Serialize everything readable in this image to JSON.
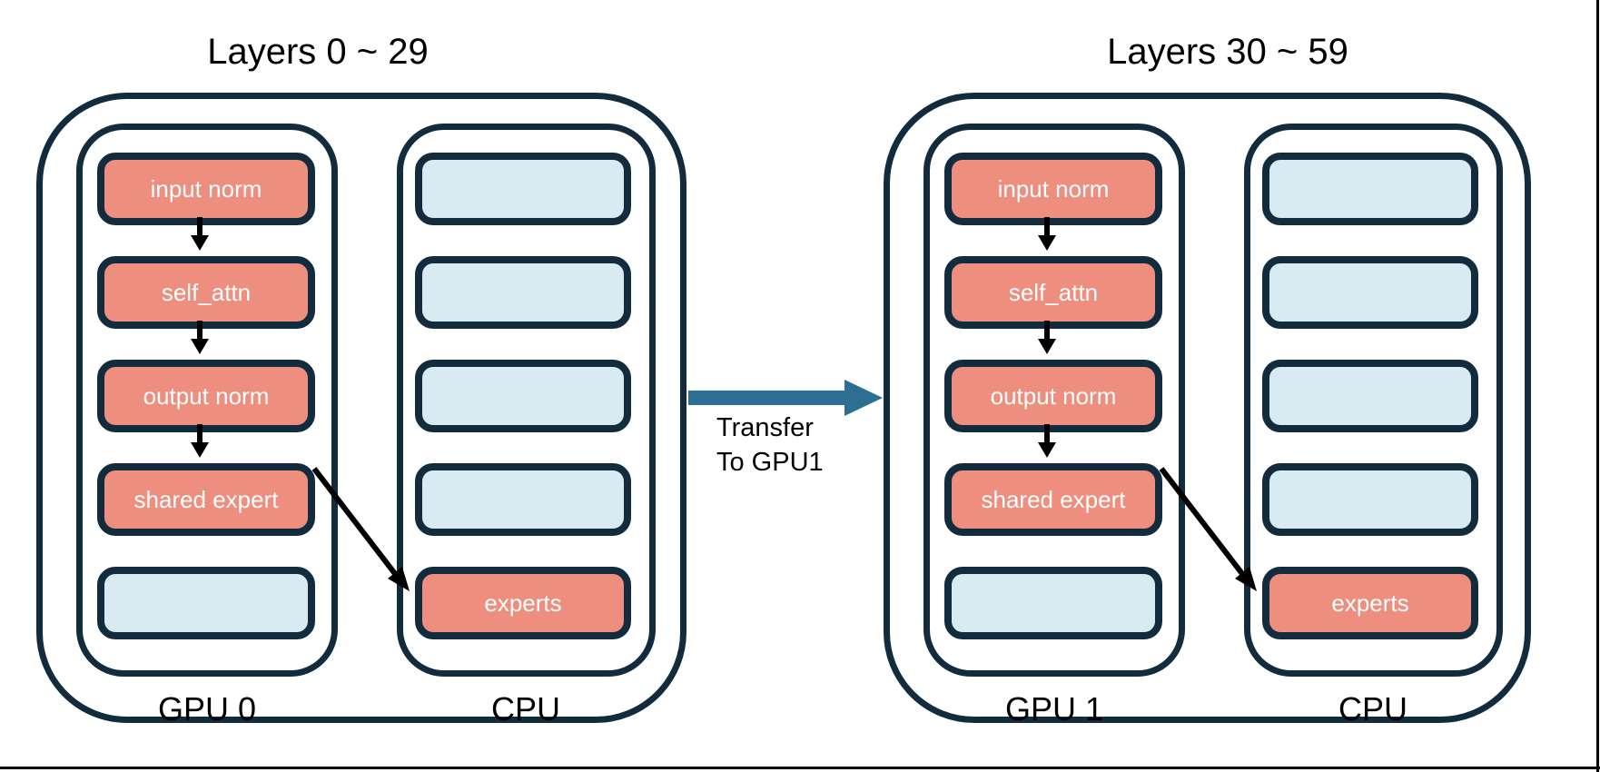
{
  "colors": {
    "navy": "#122C3D",
    "salmon": "#ED8E7F",
    "light_blue": "#D8EAF2",
    "teal_arrow": "#2C6F92",
    "arrow_black": "#000000",
    "text_light": "#FFFFFF",
    "text_dark": "#000000",
    "frame_black": "#000000",
    "background": "#FFFFFF"
  },
  "transfer": {
    "line1": "Transfer",
    "line2": "To GPU1"
  },
  "groups": [
    {
      "title": "Layers 0 ~ 29",
      "gpu": {
        "label": "GPU 0",
        "boxes": [
          {
            "label": "input norm",
            "variant": "salmon"
          },
          {
            "label": "self_attn",
            "variant": "salmon"
          },
          {
            "label": "output norm",
            "variant": "salmon"
          },
          {
            "label": "shared expert",
            "variant": "salmon"
          },
          {
            "label": "",
            "variant": "blue"
          }
        ]
      },
      "cpu": {
        "label": "CPU",
        "boxes": [
          {
            "label": "",
            "variant": "blue"
          },
          {
            "label": "",
            "variant": "blue"
          },
          {
            "label": "",
            "variant": "blue"
          },
          {
            "label": "",
            "variant": "blue"
          },
          {
            "label": "experts",
            "variant": "salmon"
          }
        ]
      }
    },
    {
      "title": "Layers 30 ~ 59",
      "gpu": {
        "label": "GPU 1",
        "boxes": [
          {
            "label": "input norm",
            "variant": "salmon"
          },
          {
            "label": "self_attn",
            "variant": "salmon"
          },
          {
            "label": "output norm",
            "variant": "salmon"
          },
          {
            "label": "shared expert",
            "variant": "salmon"
          },
          {
            "label": "",
            "variant": "blue"
          }
        ]
      },
      "cpu": {
        "label": "CPU",
        "boxes": [
          {
            "label": "",
            "variant": "blue"
          },
          {
            "label": "",
            "variant": "blue"
          },
          {
            "label": "",
            "variant": "blue"
          },
          {
            "label": "",
            "variant": "blue"
          },
          {
            "label": "experts",
            "variant": "salmon"
          }
        ]
      }
    }
  ]
}
